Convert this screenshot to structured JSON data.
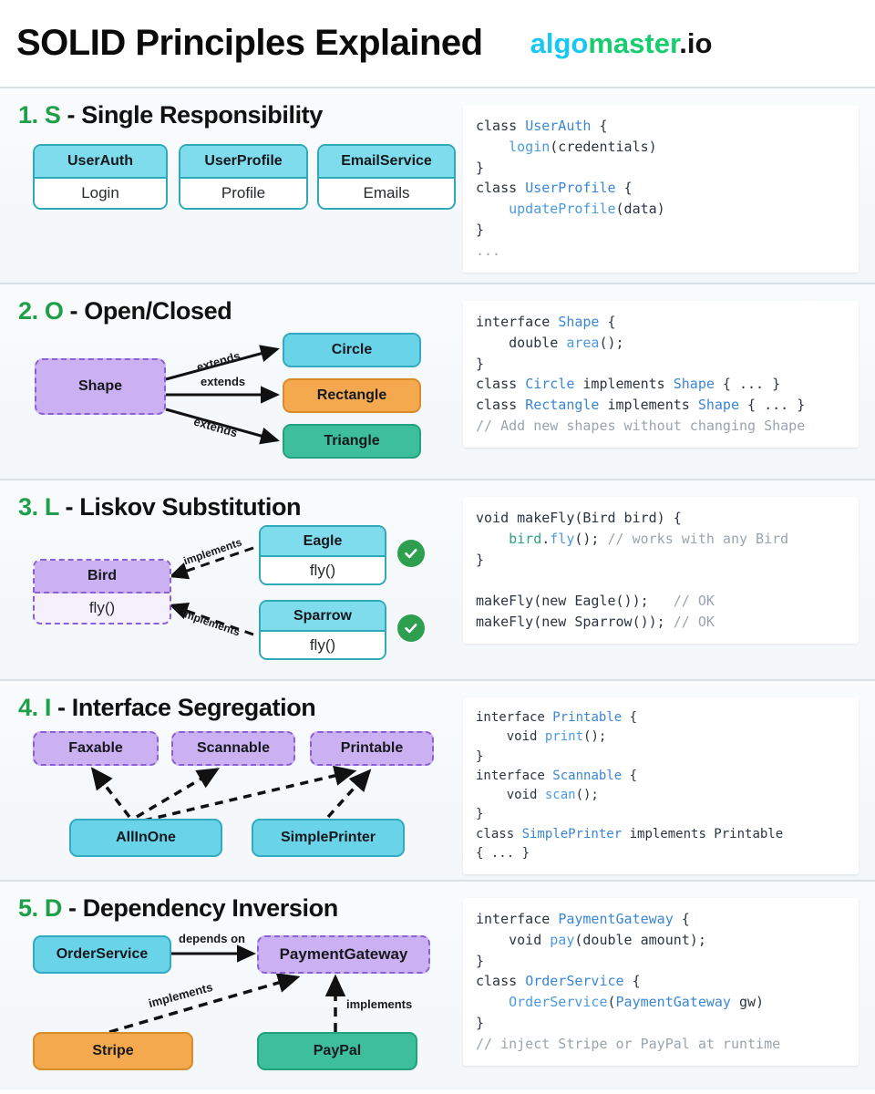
{
  "header": {
    "title": "SOLID Principles Explained",
    "brand": {
      "algo": "algo",
      "master": "master",
      "tld": ".io"
    },
    "colors": {
      "algo": "#18c8f0",
      "master": "#17cd6f",
      "tld": "#111111"
    }
  },
  "colors": {
    "accent_green": "#1ea04a",
    "class_fill": "#7fdced",
    "class_border": "#2fa8b8",
    "interface_fill": "#ccb1f2",
    "interface_border": "#8b5fd6",
    "orange": "#f5a94e",
    "green": "#3cbf9a",
    "cyan": "#69d3e8",
    "check_green": "#2e9e4f",
    "code_bg": "#ffffff",
    "page_bg": "#f6fafc"
  },
  "sections": [
    {
      "index": "1. S",
      "dash": " - ",
      "title": "Single Responsibility",
      "heading_full": "1. S - Single Responsibility",
      "boxes": [
        {
          "head": "UserAuth",
          "body": "Login"
        },
        {
          "head": "UserProfile",
          "body": "Profile"
        },
        {
          "head": "EmailService",
          "body": "Emails"
        }
      ],
      "code": [
        [
          {
            "t": "class ",
            "c": "kw"
          },
          {
            "t": "UserAuth",
            "c": "typ"
          },
          {
            "t": " {",
            "c": "pl"
          }
        ],
        [
          {
            "t": "    ",
            "c": "pl"
          },
          {
            "t": "login",
            "c": "fn"
          },
          {
            "t": "(credentials)",
            "c": "pl"
          }
        ],
        [
          {
            "t": "}",
            "c": "pl"
          }
        ],
        [
          {
            "t": "class ",
            "c": "kw"
          },
          {
            "t": "UserProfile",
            "c": "typ"
          },
          {
            "t": " {",
            "c": "pl"
          }
        ],
        [
          {
            "t": "    ",
            "c": "pl"
          },
          {
            "t": "updateProfile",
            "c": "fn"
          },
          {
            "t": "(data)",
            "c": "pl"
          }
        ],
        [
          {
            "t": "}",
            "c": "pl"
          }
        ],
        [
          {
            "t": "...",
            "c": "cmt"
          }
        ]
      ]
    },
    {
      "index": "2. O",
      "dash": " - ",
      "title": "Open/Closed",
      "heading_full": "2. O - Open/Closed",
      "base": "Shape",
      "children": [
        {
          "label": "Circle",
          "color": "cyan",
          "edge": "extends"
        },
        {
          "label": "Rectangle",
          "color": "orange",
          "edge": "extends"
        },
        {
          "label": "Triangle",
          "color": "green",
          "edge": "extends"
        }
      ],
      "code": [
        [
          {
            "t": "interface ",
            "c": "kw"
          },
          {
            "t": "Shape",
            "c": "typ"
          },
          {
            "t": " {",
            "c": "pl"
          }
        ],
        [
          {
            "t": "    double ",
            "c": "pl"
          },
          {
            "t": "area",
            "c": "fn"
          },
          {
            "t": "();",
            "c": "pl"
          }
        ],
        [
          {
            "t": "}",
            "c": "pl"
          }
        ],
        [
          {
            "t": "class ",
            "c": "kw"
          },
          {
            "t": "Circle",
            "c": "typ"
          },
          {
            "t": " implements ",
            "c": "kw"
          },
          {
            "t": "Shape",
            "c": "typ"
          },
          {
            "t": " { ... }",
            "c": "pl"
          }
        ],
        [
          {
            "t": "class ",
            "c": "kw"
          },
          {
            "t": "Rectangle",
            "c": "typ"
          },
          {
            "t": " implements ",
            "c": "kw"
          },
          {
            "t": "Shape",
            "c": "typ"
          },
          {
            "t": " { ... }",
            "c": "pl"
          }
        ],
        [
          {
            "t": "// Add new shapes without changing Shape",
            "c": "cmt"
          }
        ]
      ]
    },
    {
      "index": "3. L",
      "dash": " - ",
      "title": "Liskov Substitution",
      "heading_full": "3. L - Liskov Substitution",
      "base": {
        "head": "Bird",
        "body": "fly()"
      },
      "impls": [
        {
          "head": "Eagle",
          "body": "fly()",
          "edge": "implements",
          "ok": true
        },
        {
          "head": "Sparrow",
          "body": "fly()",
          "edge": "implements",
          "ok": true
        }
      ],
      "code": [
        [
          {
            "t": "void makeFly(Bird bird) {",
            "c": "pl"
          }
        ],
        [
          {
            "t": "    ",
            "c": "pl"
          },
          {
            "t": "bird",
            "c": "var"
          },
          {
            "t": ".",
            "c": "pl"
          },
          {
            "t": "fly",
            "c": "fn"
          },
          {
            "t": "(); ",
            "c": "pl"
          },
          {
            "t": "// works with any Bird",
            "c": "cmt"
          }
        ],
        [
          {
            "t": "}",
            "c": "pl"
          }
        ],
        [
          {
            "t": " ",
            "c": "pl"
          }
        ],
        [
          {
            "t": "makeFly(new Eagle());   ",
            "c": "pl"
          },
          {
            "t": "// OK",
            "c": "cmt"
          }
        ],
        [
          {
            "t": "makeFly(new Sparrow()); ",
            "c": "pl"
          },
          {
            "t": "// OK",
            "c": "cmt"
          }
        ]
      ]
    },
    {
      "index": "4. I",
      "dash": " - ",
      "title": "Interface Segregation",
      "heading_full": "4. I - Interface Segregation",
      "interfaces": [
        "Faxable",
        "Scannable",
        "Printable"
      ],
      "classes": [
        "AllInOne",
        "SimplePrinter"
      ],
      "code": [
        [
          {
            "t": "interface ",
            "c": "kw"
          },
          {
            "t": "Printable",
            "c": "typ"
          },
          {
            "t": " {",
            "c": "pl"
          }
        ],
        [
          {
            "t": "    void ",
            "c": "pl"
          },
          {
            "t": "print",
            "c": "fn"
          },
          {
            "t": "();",
            "c": "pl"
          }
        ],
        [
          {
            "t": "}",
            "c": "pl"
          }
        ],
        [
          {
            "t": "interface ",
            "c": "kw"
          },
          {
            "t": "Scannable",
            "c": "typ"
          },
          {
            "t": " {",
            "c": "pl"
          }
        ],
        [
          {
            "t": "    void ",
            "c": "pl"
          },
          {
            "t": "scan",
            "c": "fn"
          },
          {
            "t": "();",
            "c": "pl"
          }
        ],
        [
          {
            "t": "}",
            "c": "pl"
          }
        ],
        [
          {
            "t": "class ",
            "c": "kw"
          },
          {
            "t": "SimplePrinter",
            "c": "typ"
          },
          {
            "t": " implements Printable",
            "c": "pl"
          }
        ],
        [
          {
            "t": "{ ... }",
            "c": "pl"
          }
        ]
      ]
    },
    {
      "index": "5. D",
      "dash": " - ",
      "title": "Dependency Inversion",
      "heading_full": "5. D - Dependency Inversion",
      "consumer": "OrderService",
      "abstraction": "PaymentGateway",
      "impls": [
        {
          "label": "Stripe",
          "color": "orange",
          "edge": "implements"
        },
        {
          "label": "PayPal",
          "color": "green",
          "edge": "implements"
        }
      ],
      "depends_label": "depends on",
      "code": [
        [
          {
            "t": "interface ",
            "c": "kw"
          },
          {
            "t": "PaymentGateway",
            "c": "typ"
          },
          {
            "t": " {",
            "c": "pl"
          }
        ],
        [
          {
            "t": "    void ",
            "c": "pl"
          },
          {
            "t": "pay",
            "c": "fn"
          },
          {
            "t": "(double amount);",
            "c": "pl"
          }
        ],
        [
          {
            "t": "}",
            "c": "pl"
          }
        ],
        [
          {
            "t": "class ",
            "c": "kw"
          },
          {
            "t": "OrderService",
            "c": "typ"
          },
          {
            "t": " {",
            "c": "pl"
          }
        ],
        [
          {
            "t": "    ",
            "c": "pl"
          },
          {
            "t": "OrderService",
            "c": "fn"
          },
          {
            "t": "(",
            "c": "pl"
          },
          {
            "t": "PaymentGateway",
            "c": "typ"
          },
          {
            "t": " gw)",
            "c": "pl"
          }
        ],
        [
          {
            "t": "}",
            "c": "pl"
          }
        ],
        [
          {
            "t": "// inject Stripe or PayPal at runtime",
            "c": "cmt"
          }
        ]
      ]
    }
  ]
}
